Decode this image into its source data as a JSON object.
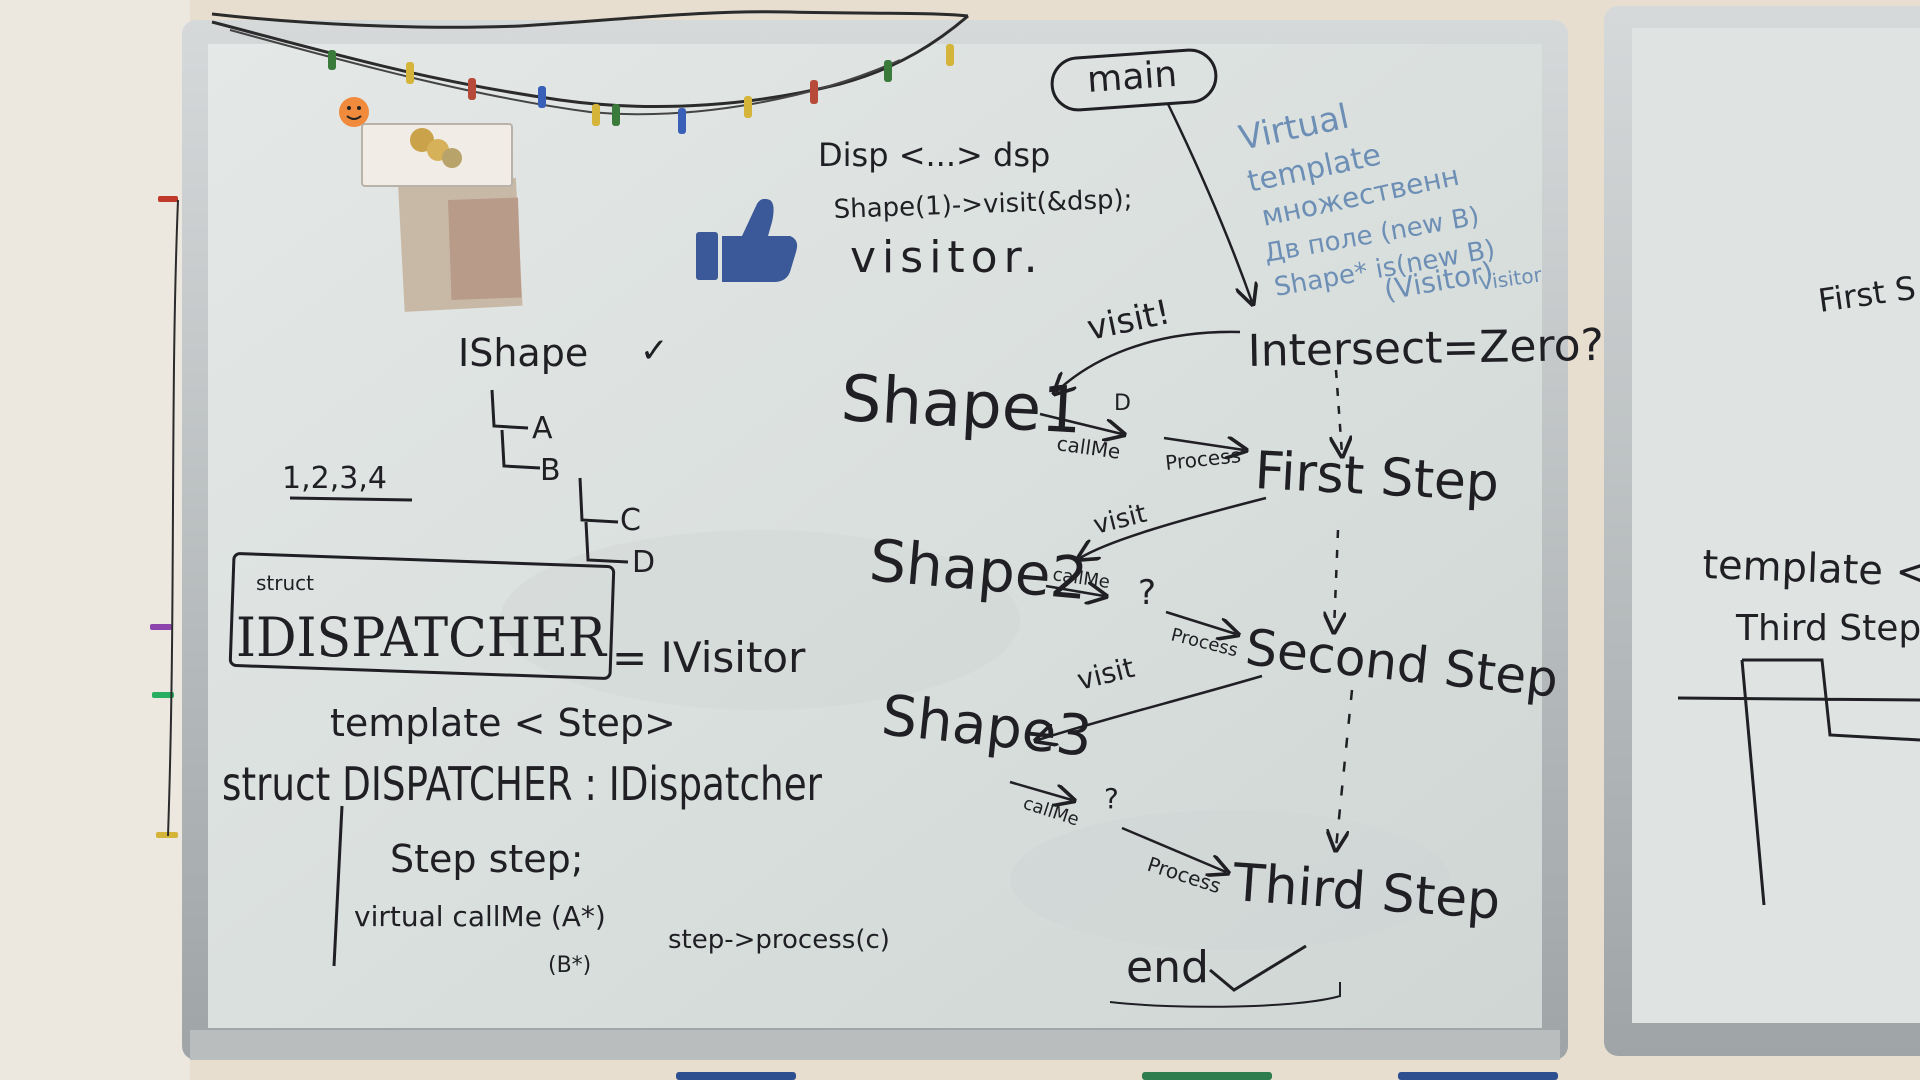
{
  "whiteboard": {
    "top_center": {
      "main_box": "main",
      "dispatcher_line": "Disp <...> dsp",
      "visit_line": "Shape(1)->visit(&dsp);",
      "visitor_word": "visitor."
    },
    "left_column": {
      "ishape": "IShape",
      "check": "✓",
      "hierarchy": [
        "A",
        "B",
        "C",
        "D"
      ],
      "counter": "1,2,3,4",
      "struct_tag": "struct",
      "idispatcher_box": "IDISPATCHER",
      "equals_ivisitor": "= IVisitor",
      "template_line": "template < Step>",
      "struct_dispatcher": "struct DISPATCHER : IDispatcher",
      "step_decl": "Step step;",
      "virtual_callme": "virtual callMe (A*)",
      "callme_b": "(B*)",
      "step_process": "step->process(c)"
    },
    "flow": {
      "shapes": [
        "Shape1",
        "Shape2",
        "Shape3"
      ],
      "steps": [
        "Intersect=Zero?",
        "First Step",
        "Second Step",
        "Third Step"
      ],
      "visit_labels": [
        "visit!",
        "visit",
        "visit"
      ],
      "callme_labels": [
        "callMe",
        "callMe",
        "callMe"
      ],
      "process_labels": [
        "Process",
        "Process",
        "Process"
      ],
      "d_label": "D",
      "question_marks": [
        "?",
        "?"
      ],
      "end_label": "end"
    },
    "blue_notes": [
      "Virtual",
      "template",
      "множественн",
      "Дв поле (new B)",
      "Shape* is(new B)",
      "(Visitor)",
      "Visitor"
    ],
    "right_board": {
      "first_step": "First S",
      "template_line": "template <S",
      "third_step": "Third Step"
    }
  },
  "colors": {
    "wall": "#e6ddcc",
    "board_surface": "#dde2e0",
    "frame": "#bfc3c4",
    "marker_black": "#1f1f24",
    "marker_blue": "#6d8fb5",
    "like_blue": "#3b5998"
  }
}
